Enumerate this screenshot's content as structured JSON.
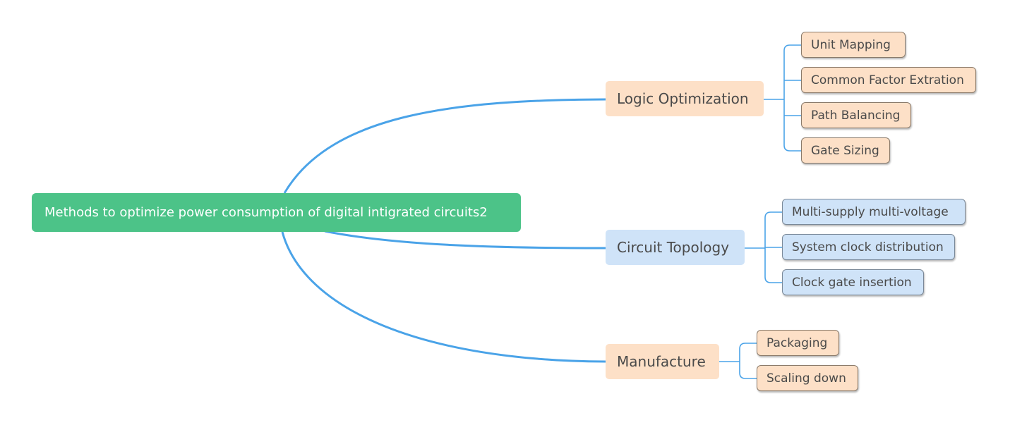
{
  "diagram": {
    "root": {
      "label": "Methods to optimize power consumption of digital intigrated circuits2",
      "color": "#4cc388"
    },
    "branches": [
      {
        "label": "Logic Optimization",
        "color": "#fde0c7",
        "children": [
          "Unit Mapping",
          "Common Factor Extration",
          "Path Balancing",
          "Gate Sizing"
        ]
      },
      {
        "label": "Circuit Topology",
        "color": "#cfe3f8",
        "children": [
          "Multi-supply multi-voltage",
          "System clock distribution",
          "Clock gate insertion"
        ]
      },
      {
        "label": "Manufacture",
        "color": "#fde0c7",
        "children": [
          "Packaging",
          "Scaling down"
        ]
      }
    ],
    "connector_color": "#4aa3e8"
  }
}
